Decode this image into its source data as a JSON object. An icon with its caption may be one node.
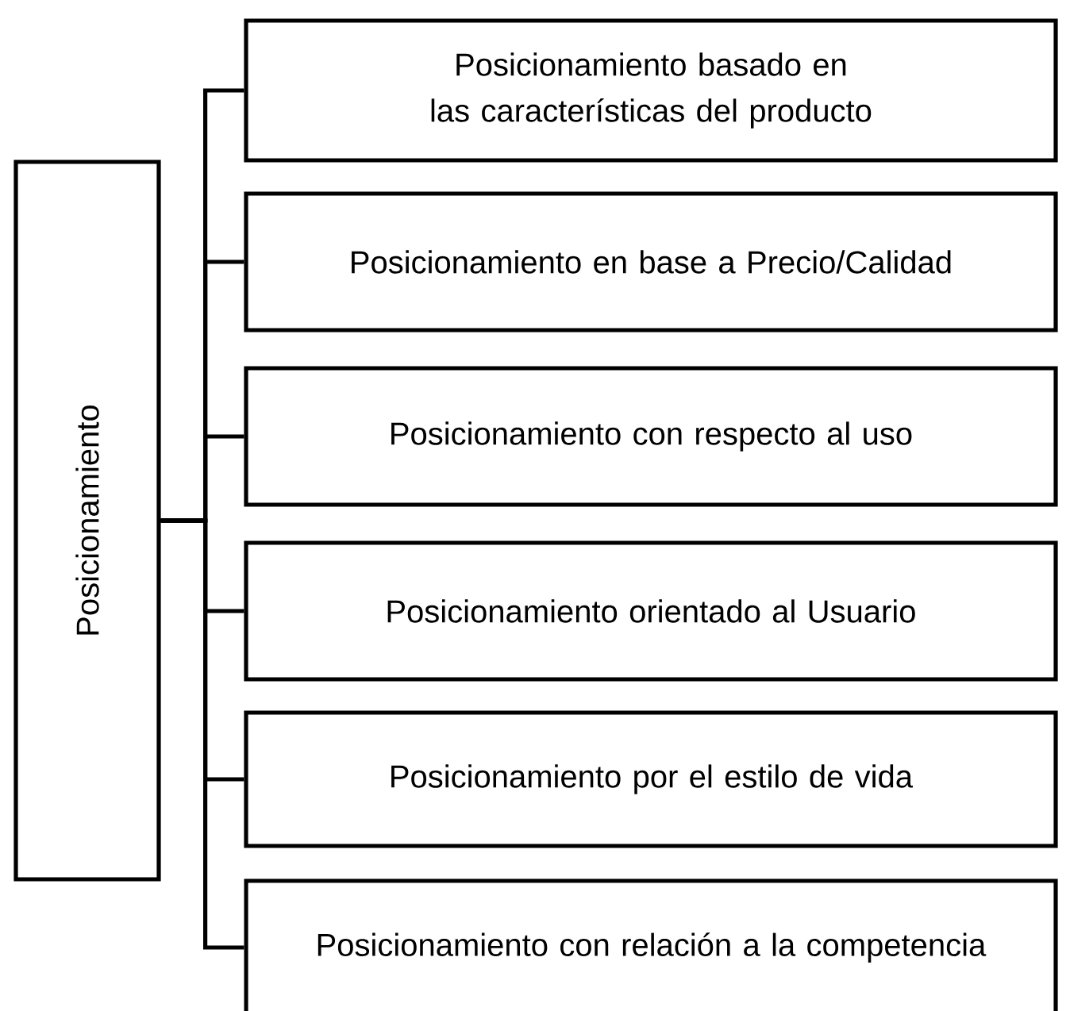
{
  "diagram": {
    "nodes": [
      {
        "text": [
          "Posicionamiento"
        ]
      },
      {
        "text": [
          "Posicionamiento basado en las características del producto"
        ]
      },
      {
        "text": [
          "Posicionamiento en base a Precio/Calidad"
        ]
      },
      {
        "text": [
          "Posicionamiento con respecto al uso"
        ]
      },
      {
        "text": [
          "Posicionamiento orientado al Usuario"
        ]
      },
      {
        "text": [
          "Posicionamiento por el estilo de vida"
        ]
      },
      {
        "text": [
          "Posicionamiento con relación a la competencia"
        ]
      }
    ],
    "edges": [
      {
        "from": 0,
        "to": 1,
        "arrow": "none"
      },
      {
        "from": 0,
        "to": 2,
        "arrow": "none"
      },
      {
        "from": 0,
        "to": 3,
        "arrow": "none"
      },
      {
        "from": 0,
        "to": 4,
        "arrow": "none"
      },
      {
        "from": 0,
        "to": 5,
        "arrow": "none"
      },
      {
        "from": 0,
        "to": 6,
        "arrow": "none"
      }
    ]
  }
}
